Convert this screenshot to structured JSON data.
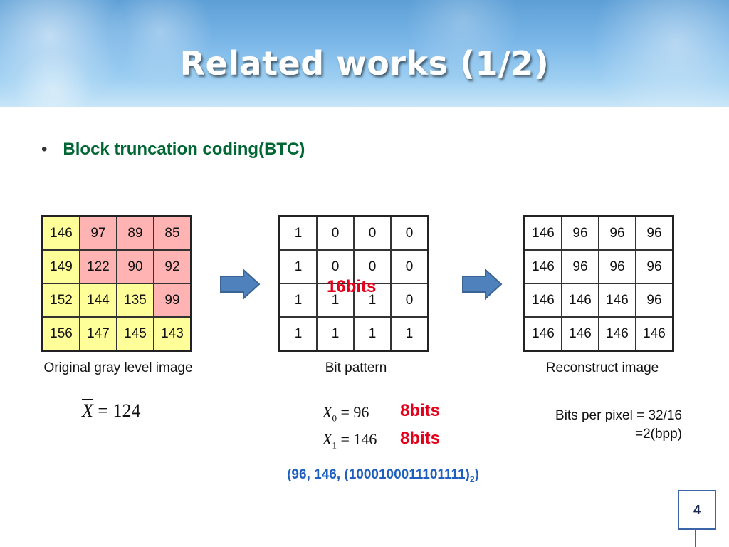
{
  "slide": {
    "title": "Related works (1/2)",
    "bullet": "Block truncation coding(BTC)",
    "page_number": "4"
  },
  "original": {
    "caption": "Original gray level image",
    "rows": [
      [
        "146",
        "97",
        "89",
        "85"
      ],
      [
        "149",
        "122",
        "90",
        "92"
      ],
      [
        "152",
        "144",
        "135",
        "99"
      ],
      [
        "156",
        "147",
        "145",
        "143"
      ]
    ],
    "cell_colors": [
      [
        "y",
        "r",
        "r",
        "r"
      ],
      [
        "y",
        "r",
        "r",
        "r"
      ],
      [
        "y",
        "y",
        "y",
        "r"
      ],
      [
        "y",
        "y",
        "y",
        "y"
      ]
    ],
    "highlight_colors": {
      "y": "#ffff99",
      "r": "#ffb3b3"
    },
    "mean_symbol": "X",
    "mean_value": "= 124"
  },
  "bitpattern": {
    "caption": "Bit pattern",
    "rows": [
      [
        "1",
        "0",
        "0",
        "0"
      ],
      [
        "1",
        "0",
        "0",
        "0"
      ],
      [
        "1",
        "1",
        "1",
        "0"
      ],
      [
        "1",
        "1",
        "1",
        "1"
      ]
    ],
    "overlay": "16bits"
  },
  "reconstruct": {
    "caption": "Reconstruct image",
    "rows": [
      [
        "146",
        "96",
        "96",
        "96"
      ],
      [
        "146",
        "96",
        "96",
        "96"
      ],
      [
        "146",
        "146",
        "146",
        "96"
      ],
      [
        "146",
        "146",
        "146",
        "146"
      ]
    ]
  },
  "params": {
    "x0_symbol": "X",
    "x0_sub": "0",
    "x0_value": "= 96",
    "x0_bits": "8bits",
    "x1_symbol": "X",
    "x1_sub": "1",
    "x1_value": "= 146",
    "x1_bits": "8bits"
  },
  "bpp": {
    "line1": "Bits per pixel = 32/16",
    "line2": "=2(bpp)"
  },
  "code": {
    "text": "(96, 146, (1000100011101111)",
    "sub": "2",
    "close": ")"
  },
  "colors": {
    "title": "#ffffff",
    "bullet": "#006633",
    "bits": "#e3001b",
    "code": "#1f5fbf",
    "arrow": "#4f81bd"
  }
}
